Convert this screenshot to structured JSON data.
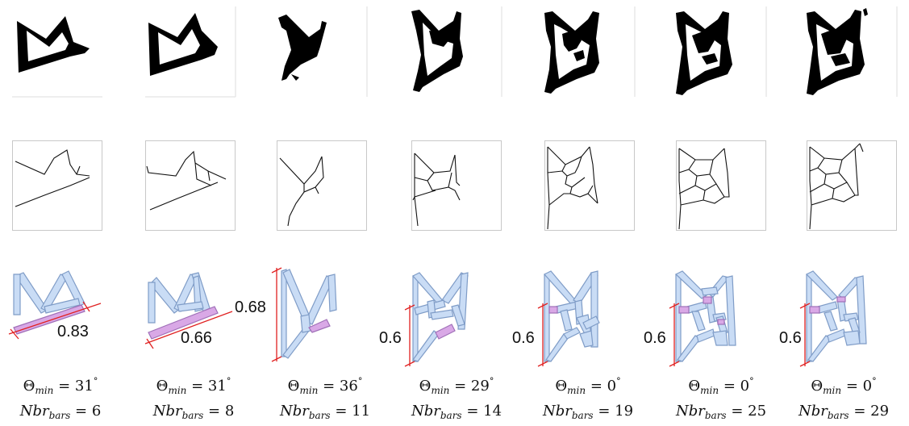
{
  "columns": [
    {
      "dim": "0.83",
      "theta": "31",
      "nbr": "6"
    },
    {
      "dim": "0.66",
      "theta": "31",
      "nbr": "8"
    },
    {
      "dim": "0.68",
      "theta": "36",
      "nbr": "11"
    },
    {
      "dim": "0.6",
      "theta": "29",
      "nbr": "14"
    },
    {
      "dim": "0.6",
      "theta": "0",
      "nbr": "19"
    },
    {
      "dim": "0.6",
      "theta": "0",
      "nbr": "25"
    },
    {
      "dim": "0.6",
      "theta": "0",
      "nbr": "29"
    }
  ],
  "caption": {
    "theta_symbol": "Θ",
    "theta_sub": "min",
    "degree": "°",
    "nbr_symbol": "Nbr",
    "nbr_sub": "bars",
    "equals": " = "
  },
  "colors": {
    "topology": "#000000",
    "skeleton": "#111111",
    "bar_fill": "#c9dcf5",
    "bar_stroke": "#7f9cc7",
    "short_bar_fill": "#d9a8e6",
    "dimension_line": "#e02020",
    "frame": "#c8c8c8"
  }
}
